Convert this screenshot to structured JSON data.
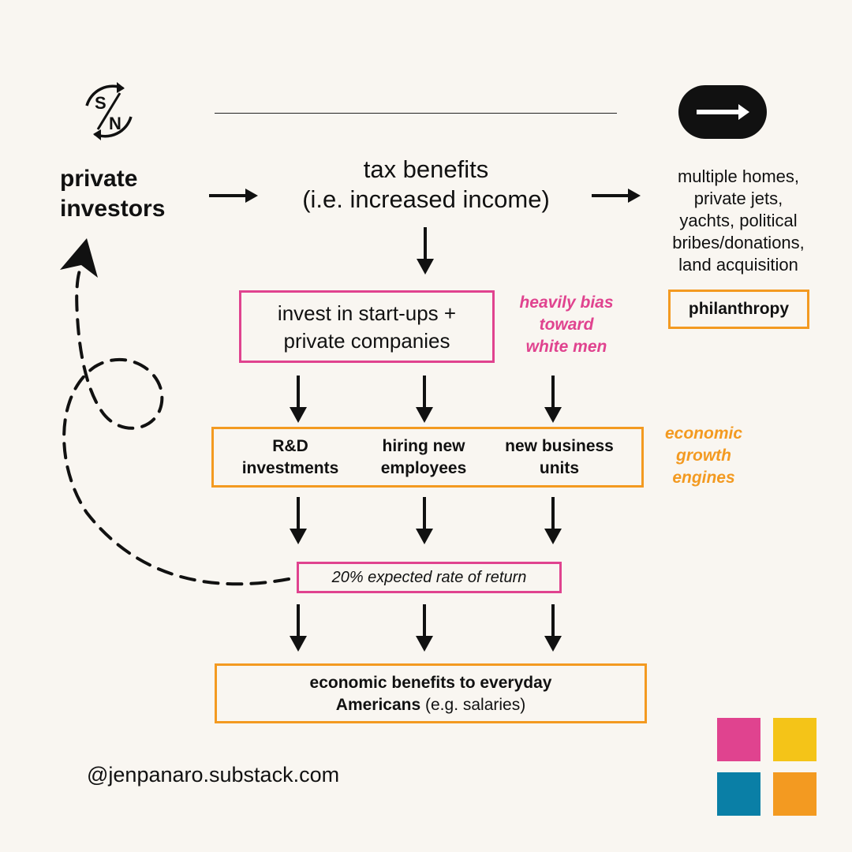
{
  "logo": {
    "top": "S",
    "bottom": "N"
  },
  "source": {
    "title_line1": "private",
    "title_line2": "investors"
  },
  "tax": {
    "line1": "tax benefits",
    "line2": "(i.e. increased income)"
  },
  "luxury": {
    "lines": [
      "multiple homes,",
      "private jets,",
      "yachts, political",
      "bribes/donations,",
      "land acquisition"
    ]
  },
  "philanthropy": {
    "label": "philanthropy"
  },
  "invest": {
    "line1": "invest in start-ups +",
    "line2": "private companies"
  },
  "bias": {
    "line1": "heavily bias",
    "line2": "toward",
    "line3": "white men"
  },
  "engines": {
    "rd": {
      "line1": "R&D",
      "line2": "investments"
    },
    "hiring": {
      "line1": "hiring new",
      "line2": "employees"
    },
    "units": {
      "line1": "new business",
      "line2": "units"
    }
  },
  "engines_label": {
    "line1": "economic",
    "line2": "growth",
    "line3": "engines"
  },
  "return": {
    "label": "20% expected rate of return"
  },
  "benefits": {
    "line1": "economic benefits to everyday",
    "line2_bold": "Americans",
    "line2_rest": " (e.g. salaries)"
  },
  "handle": "@jenpanaro.substack.com",
  "colors": {
    "pink": "#e0438f",
    "orange": "#f39a21",
    "yellow": "#f4c418",
    "teal": "#0a7fa6",
    "background": "#f9f6f1"
  }
}
